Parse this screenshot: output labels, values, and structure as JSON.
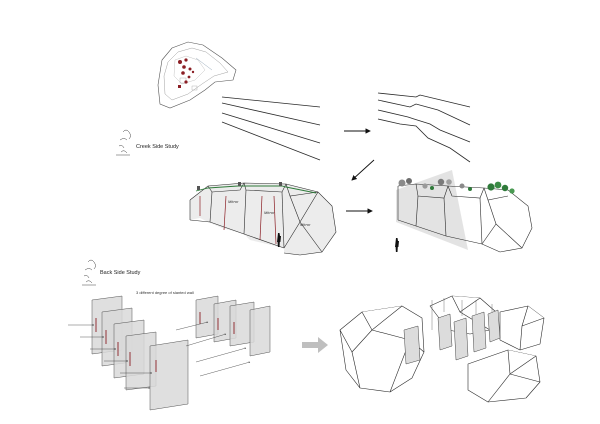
{
  "studies": {
    "creek": {
      "title": "Creek Side Study"
    },
    "back": {
      "title": "Back Side Study"
    }
  },
  "annotations": {
    "tilted_walls": "3 different degree of slanted wall",
    "mirror_labels": [
      "Mirror",
      "Mirror",
      "Mirror"
    ]
  },
  "colors": {
    "line": "#2a2a2a",
    "accent_red": "#8b1e24",
    "vegetation": "#2f7a3a",
    "panel_fill": "#d9d9d9",
    "arrow_grey": "#bfbfbf"
  }
}
